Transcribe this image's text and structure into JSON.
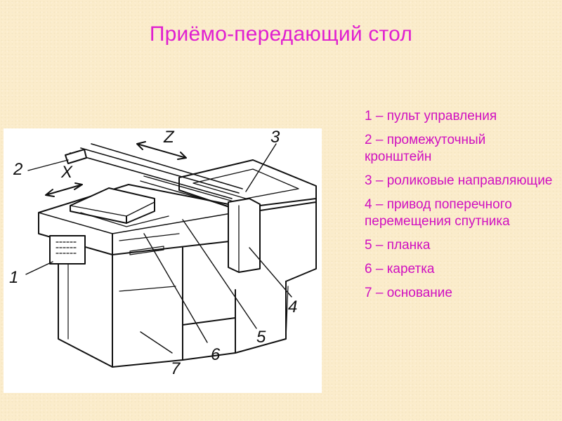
{
  "slide": {
    "title": "Приёмо-передающий стол"
  },
  "legend": [
    {
      "text": "1 – пульт управления"
    },
    {
      "text": "2 – промежуточный кронштейн"
    },
    {
      "text": "3 – роликовые направляющие"
    },
    {
      "text": "4 – привод поперечного перемещения спутника"
    },
    {
      "text": "5 – планка"
    },
    {
      "text": "6 – каретка"
    },
    {
      "text": "7 – основание"
    }
  ],
  "diagram": {
    "callouts": [
      "1",
      "2",
      "3",
      "4",
      "5",
      "6",
      "7"
    ],
    "axis_x": "X",
    "axis_z": "Z"
  },
  "colors": {
    "title": "#e020d0",
    "legend": "#d010c0",
    "background": "#fbeccb"
  }
}
